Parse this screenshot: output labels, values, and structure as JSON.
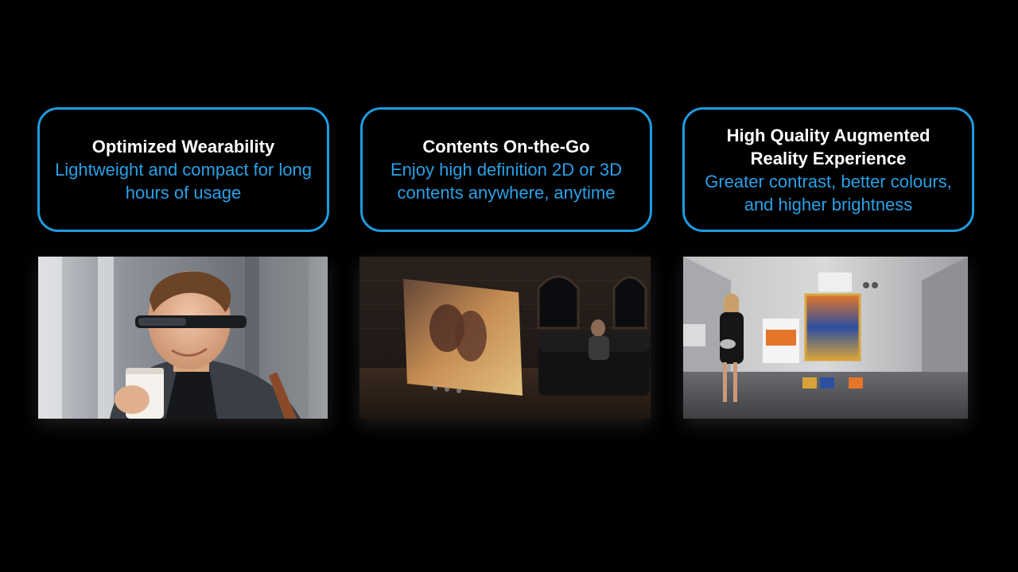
{
  "features": [
    {
      "title": "Optimized Wearability",
      "description": "Lightweight and compact for long hours of usage",
      "image": "man-wearing-smart-glasses-photo"
    },
    {
      "title": "Contents On-the-Go",
      "description": "Enjoy high definition 2D or 3D contents anywhere, anytime",
      "image": "virtual-movie-screen-in-room-photo"
    },
    {
      "title": "High Quality Augmented Reality Experience",
      "description": "Greater contrast, better colours, and higher brightness",
      "image": "augmented-reality-gallery-photo"
    }
  ],
  "colors": {
    "background": "#000000",
    "accent": "#1f9be0",
    "description_text": "#2aa0e6",
    "title_text": "#ffffff"
  }
}
